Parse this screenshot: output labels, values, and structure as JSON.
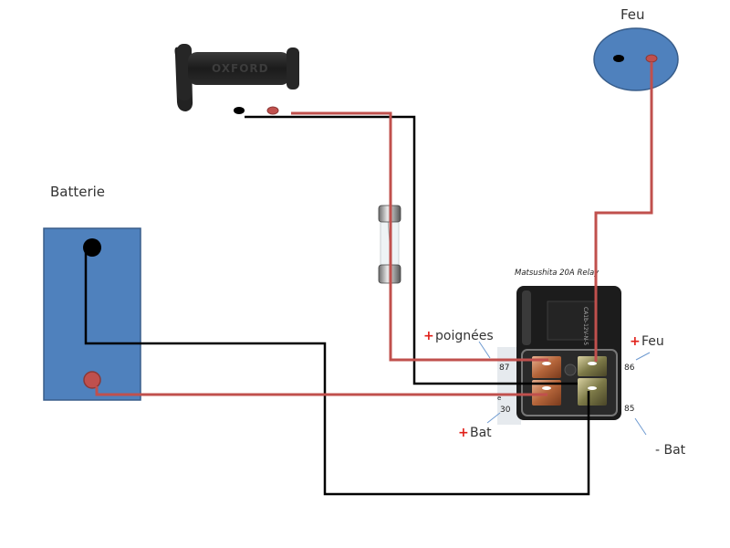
{
  "labels": {
    "battery": "Batterie",
    "light": "Feu",
    "relay": "Matsushita 20A Relay",
    "grip_brand": "OXFORD",
    "pin87": "87",
    "pin86": "86",
    "pin85": "85",
    "pin30": "30",
    "pin_e": "e",
    "annot_poignees_sign": "+",
    "annot_poignees": "poignées",
    "annot_feu_sign": "+",
    "annot_feu": "Feu",
    "annot_bat_plus_sign": "+",
    "annot_bat_plus": "Bat",
    "annot_bat_minus": "- Bat"
  },
  "colors": {
    "wire_positive": "#c0504d",
    "wire_negative": "#000000",
    "battery_fill": "#4f81bd",
    "battery_stroke": "#385d8a",
    "plus_sign": "#e0201a",
    "leader_line": "#6f9bd1"
  }
}
